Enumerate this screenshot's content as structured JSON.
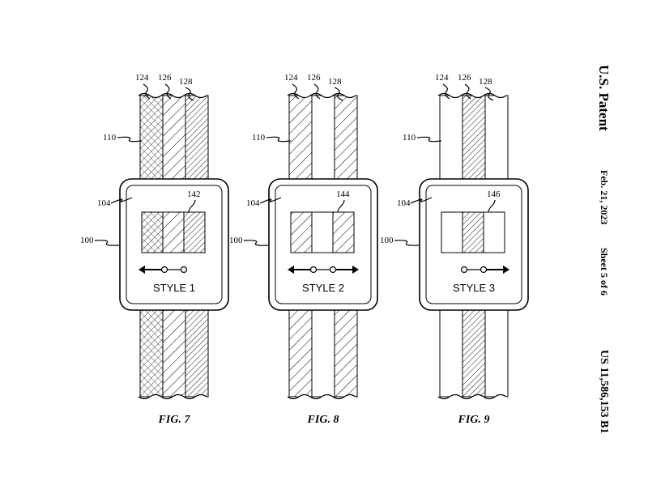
{
  "header": {
    "title": "U.S. Patent",
    "date": "Feb. 21, 2023",
    "sheet": "Sheet 5 of 6",
    "number": "US 11,586,153 B1"
  },
  "figures": [
    {
      "fig_label": "FIG. 7",
      "style_label": "STYLE 1",
      "refs": {
        "band_1": "124",
        "band_2": "126",
        "band_3": "128",
        "strap": "110",
        "display": "104",
        "device": "100",
        "preview": "142"
      },
      "arrows": "left",
      "band_patterns": [
        "crosshatch",
        "wide-diagonal",
        "narrow-diagonal"
      ]
    },
    {
      "fig_label": "FIG. 8",
      "style_label": "STYLE 2",
      "refs": {
        "band_1": "124",
        "band_2": "126",
        "band_3": "128",
        "strap": "110",
        "display": "104",
        "device": "100",
        "preview": "144"
      },
      "arrows": "both",
      "band_patterns": [
        "wide-diagonal",
        "blank",
        "wide-diagonal"
      ]
    },
    {
      "fig_label": "FIG. 9",
      "style_label": "STYLE 3",
      "refs": {
        "band_1": "124",
        "band_2": "126",
        "band_3": "128",
        "strap": "110",
        "display": "104",
        "device": "100",
        "preview": "146"
      },
      "arrows": "right",
      "band_patterns": [
        "blank",
        "narrow-diagonal",
        "blank"
      ]
    }
  ]
}
